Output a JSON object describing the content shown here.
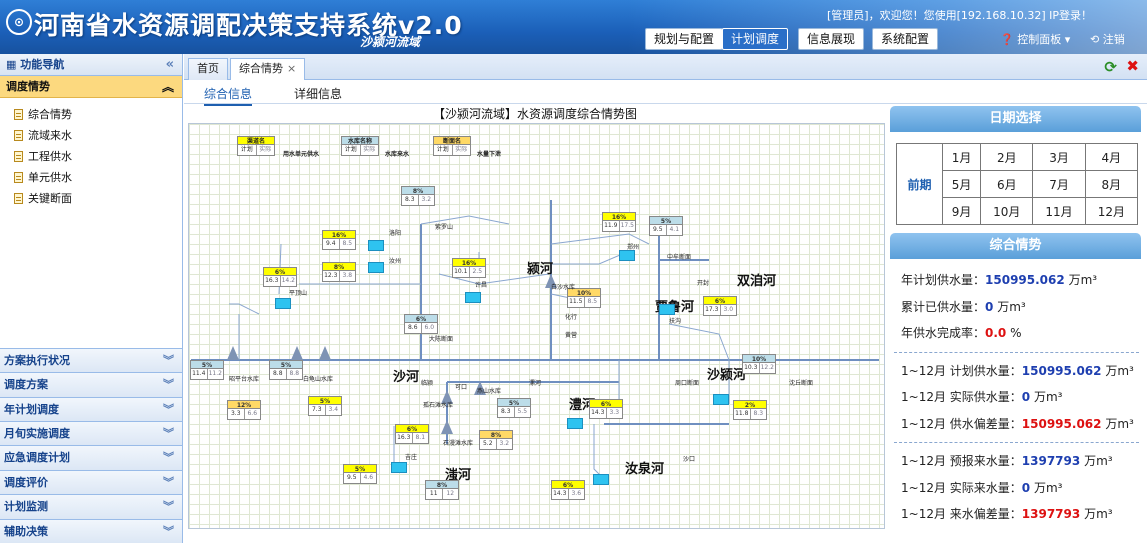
{
  "header": {
    "logo_glyph": "⊙",
    "title": "河南省水资源调配决策支持系统v2.0",
    "subtitle": "沙颍河流域",
    "welcome": "[管理员]，欢迎您！您使用[192.168.10.32] IP登录！",
    "nav": [
      "规划与配置",
      "计划调度",
      "信息展现",
      "系统配置"
    ],
    "nav_active_index": 1,
    "control_panel": "控制面板",
    "logout": "注销"
  },
  "sidebar": {
    "title": "功能导航",
    "active_section": "调度情势",
    "items": [
      "综合情势",
      "流域来水",
      "工程供水",
      "单元供水",
      "关键断面"
    ],
    "sections": [
      "方案执行状况",
      "调度方案",
      "年计划调度",
      "月旬实施调度",
      "应急调度计划",
      "调度评价",
      "计划监测",
      "辅助决策"
    ]
  },
  "tabs": {
    "items": [
      "首页",
      "综合情势"
    ],
    "active_index": 1,
    "close_glyph": "×",
    "refresh_glyph": "⟳",
    "close_all_glyph": "✖"
  },
  "subtabs": {
    "items": [
      "综合信息",
      "详细信息"
    ],
    "active_index": 0
  },
  "diagram": {
    "title": "【沙颍河流域】水资源调度综合情势图",
    "legend": [
      {
        "top": "渠道名",
        "a": "计划",
        "b": "实际",
        "label": "用水单元供水",
        "color": "#ffff00"
      },
      {
        "top": "水库名称",
        "a": "计划",
        "b": "实际",
        "label": "水库来水",
        "color": "#bcdde9"
      },
      {
        "top": "断面名",
        "a": "计划",
        "b": "实际",
        "label": "水量下泄",
        "color": "#ffd966"
      }
    ],
    "rivers": [
      "颍河",
      "沙河",
      "澧河",
      "汝泉河",
      "沙颍河",
      "双洎河",
      "贾鲁河",
      "滍河"
    ],
    "nodes": [
      {
        "style": "blue",
        "top": "8%",
        "a": "8.3",
        "b": "3.2"
      },
      {
        "style": "yellow",
        "top": "16%",
        "a": "9.4",
        "b": "8.5"
      },
      {
        "style": "yellow",
        "top": "8%",
        "a": "12.3",
        "b": "3.8"
      },
      {
        "style": "yellow",
        "top": "6%",
        "a": "16.3",
        "b": "14.2"
      },
      {
        "style": "yellow",
        "top": "16%",
        "a": "10.1",
        "b": "2.5"
      },
      {
        "style": "yellow",
        "top": "16%",
        "a": "11.9",
        "b": "17.5"
      },
      {
        "style": "blue",
        "top": "5%",
        "a": "9.5",
        "b": "4.1"
      },
      {
        "style": "orange",
        "top": "10%",
        "a": "11.5",
        "b": "8.5"
      },
      {
        "style": "yellow",
        "top": "6%",
        "a": "17.3",
        "b": "3.0"
      },
      {
        "style": "blue",
        "top": "6%",
        "a": "8.6",
        "b": "6.0"
      },
      {
        "style": "blue",
        "top": "5%",
        "a": "11.4",
        "b": "11.2"
      },
      {
        "style": "blue",
        "top": "5%",
        "a": "8.8",
        "b": "8.8"
      },
      {
        "style": "orange",
        "top": "12%",
        "a": "3.3",
        "b": "6.6"
      },
      {
        "style": "yellow",
        "top": "5%",
        "a": "7.3",
        "b": "3.4"
      },
      {
        "style": "blue",
        "top": "10%",
        "a": "10.3",
        "b": "12.2"
      },
      {
        "style": "blue",
        "top": "5%",
        "a": "8.3",
        "b": "5.5"
      },
      {
        "style": "yellow",
        "top": "6%",
        "a": "14.3",
        "b": "3.3"
      },
      {
        "style": "yellow",
        "top": "2%",
        "a": "11.8",
        "b": "8.3"
      },
      {
        "style": "yellow",
        "top": "6%",
        "a": "16.3",
        "b": "8.1"
      },
      {
        "style": "orange",
        "top": "8%",
        "a": "5.2",
        "b": "3.2"
      },
      {
        "style": "yellow",
        "top": "5%",
        "a": "9.5",
        "b": "4.6"
      },
      {
        "style": "blue",
        "top": "8%",
        "a": "11",
        "b": "12"
      },
      {
        "style": "yellow",
        "top": "6%",
        "a": "14.3",
        "b": "3.6"
      }
    ],
    "labels": [
      "白沙水库",
      "紫罗山",
      "洛阳",
      "汝州",
      "平顶山",
      "许昌",
      "郑州",
      "中牟断面",
      "开封",
      "扶沟",
      "化行",
      "黄营",
      "大陈断面",
      "沈丘断面",
      "周口断面",
      "漯河",
      "临颍",
      "可口",
      "燕山水库",
      "石漫滩水库",
      "孤石滩水库",
      "昭平台水库",
      "白龟山水库",
      "沙口",
      "吉庄"
    ]
  },
  "date_selection": {
    "title": "日期选择",
    "period_label": "前期",
    "months": [
      "1月",
      "2月",
      "3月",
      "4月",
      "5月",
      "6月",
      "7月",
      "8月",
      "9月",
      "10月",
      "11月",
      "12月"
    ]
  },
  "summary": {
    "title": "综合情势",
    "rows": [
      {
        "label": "年计划供水量：",
        "value": "150995.062",
        "unit": "万m³",
        "color": "blue"
      },
      {
        "label": "累计已供水量：",
        "value": "0",
        "unit": "万m³",
        "color": "blue"
      },
      {
        "label": "年供水完成率：",
        "value": "0.0",
        "unit": "%",
        "color": "red"
      }
    ],
    "rows2": [
      {
        "label": "1~12月 计划供水量：",
        "value": "150995.062",
        "unit": "万m³",
        "color": "blue"
      },
      {
        "label": "1~12月 实际供水量：",
        "value": "0",
        "unit": "万m³",
        "color": "blue"
      },
      {
        "label": "1~12月 供水偏差量：",
        "value": "150995.062",
        "unit": "万m³",
        "color": "red"
      }
    ],
    "rows3": [
      {
        "label": "1~12月 预报来水量：",
        "value": "1397793",
        "unit": "万m³",
        "color": "blue"
      },
      {
        "label": "1~12月 实际来水量：",
        "value": "0",
        "unit": "万m³",
        "color": "blue"
      },
      {
        "label": "1~12月 来水偏差量：",
        "value": "1397793",
        "unit": "万m³",
        "color": "red"
      }
    ]
  }
}
